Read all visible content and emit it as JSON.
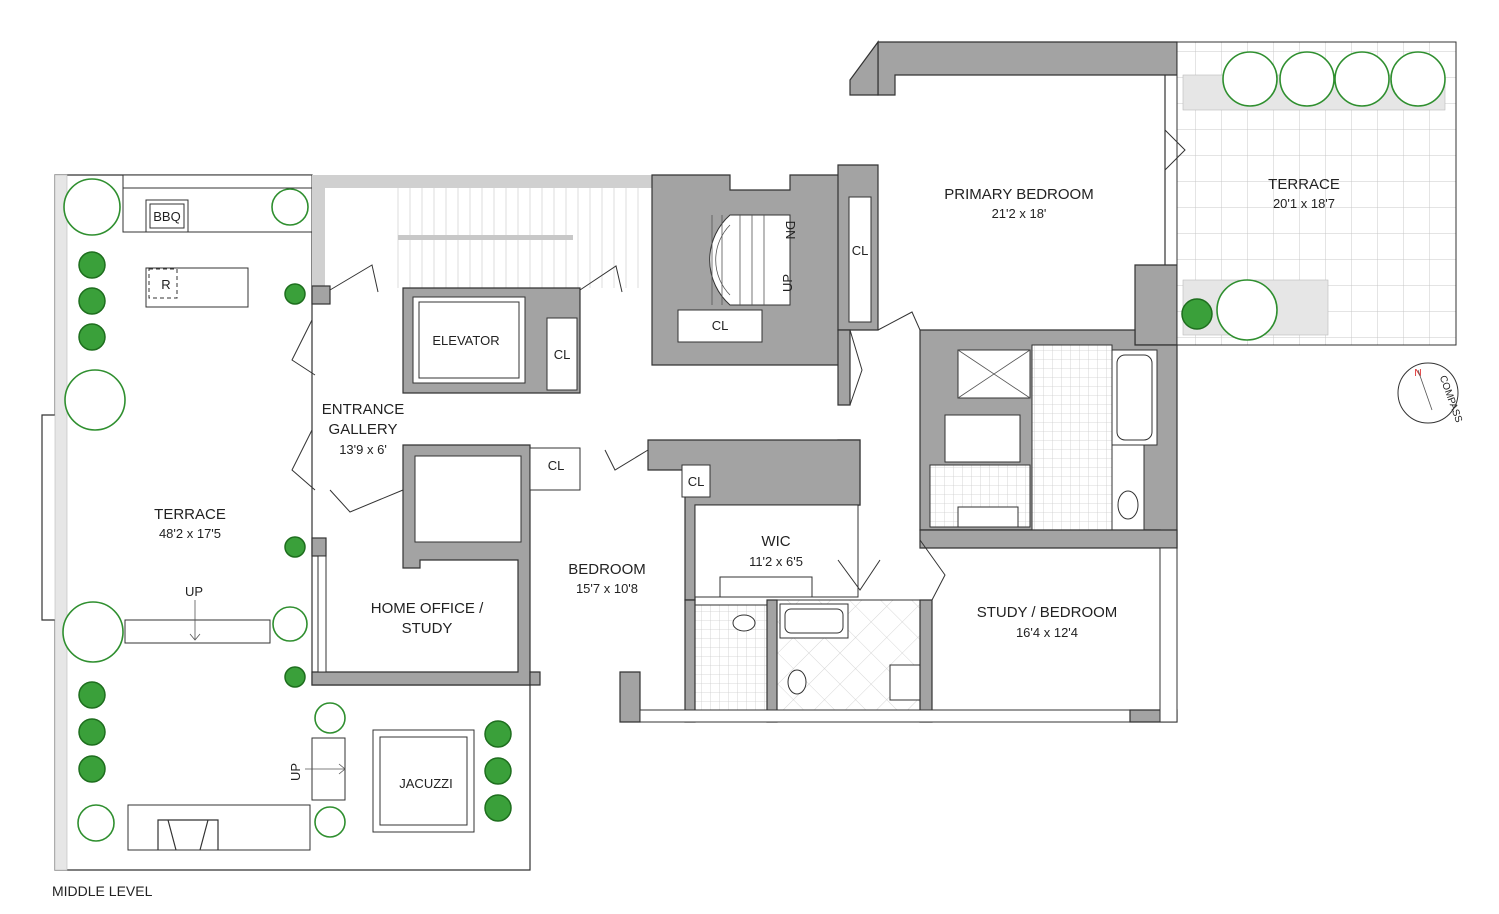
{
  "plan_title": "MIDDLE LEVEL",
  "rooms": {
    "terrace_left": {
      "name": "TERRACE",
      "size": "48'2 x 17'5"
    },
    "terrace_right": {
      "name": "TERRACE",
      "size": "20'1 x 18'7"
    },
    "primary_bedroom": {
      "name": "PRIMARY BEDROOM",
      "size": "21'2 x 18'"
    },
    "entrance_gallery": {
      "name1": "ENTRANCE",
      "name2": "GALLERY",
      "size": "13'9 x 6'"
    },
    "bedroom": {
      "name": "BEDROOM",
      "size": "15'7 x 10'8"
    },
    "wic": {
      "name": "WIC",
      "size": "11'2 x 6'5"
    },
    "study_bedroom": {
      "name": "STUDY / BEDROOM",
      "size": "16'4 x 12'4"
    },
    "home_office": {
      "name1": "HOME OFFICE /",
      "name2": "STUDY"
    }
  },
  "fixtures": {
    "bbq": "BBQ",
    "refrigerator": "R",
    "elevator": "ELEVATOR",
    "jacuzzi": "JACUZZI",
    "closet": "CL",
    "stair_up": "UP",
    "stair_down": "DN",
    "compass": "COMPASS",
    "north": "N"
  },
  "colors": {
    "wall": "#a3a3a3",
    "planting": "#2f8f2f",
    "tile": "#c8c8c8"
  }
}
